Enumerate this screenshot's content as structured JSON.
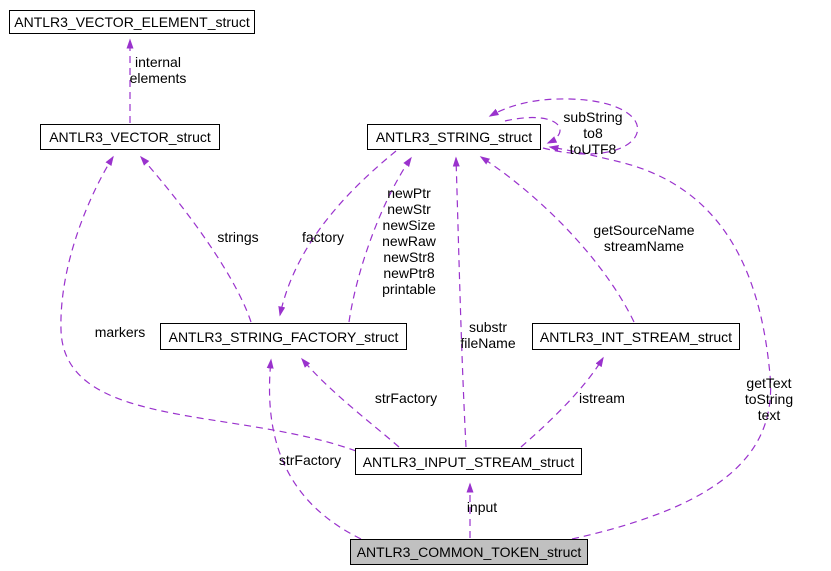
{
  "diagram": {
    "type": "collaboration-graph",
    "edge_color": "#9a32cd",
    "node_fill": "#ffffff",
    "highlight_fill": "#c0c0c0",
    "border_color": "#000000",
    "nodes": [
      {
        "id": "vector-element",
        "label": "ANTLR3_VECTOR_ELEMENT_struct",
        "highlighted": false
      },
      {
        "id": "vector",
        "label": "ANTLR3_VECTOR_struct",
        "highlighted": false
      },
      {
        "id": "string",
        "label": "ANTLR3_STRING_struct",
        "highlighted": false
      },
      {
        "id": "string-factory",
        "label": "ANTLR3_STRING_FACTORY_struct",
        "highlighted": false
      },
      {
        "id": "int-stream",
        "label": "ANTLR3_INT_STREAM_struct",
        "highlighted": false
      },
      {
        "id": "input-stream",
        "label": "ANTLR3_INPUT_STREAM_struct",
        "highlighted": false
      },
      {
        "id": "common-token",
        "label": "ANTLR3_COMMON_TOKEN_struct",
        "highlighted": true
      }
    ],
    "edge_labels": [
      {
        "id": "internal-elements",
        "text": "internal\nelements"
      },
      {
        "id": "strings",
        "text": "strings"
      },
      {
        "id": "factory",
        "text": "factory"
      },
      {
        "id": "string-methods",
        "text": "newPtr\nnewStr\nnewSize\nnewRaw\nnewStr8\nnewPtr8\nprintable"
      },
      {
        "id": "substring-loop",
        "text": "subString\nto8\ntoUTF8"
      },
      {
        "id": "get-source-name",
        "text": "getSourceName\nstreamName"
      },
      {
        "id": "markers",
        "text": "markers"
      },
      {
        "id": "substr-filename",
        "text": "substr\nfileName"
      },
      {
        "id": "str-factory-input",
        "text": "strFactory"
      },
      {
        "id": "istream",
        "text": "istream"
      },
      {
        "id": "get-text",
        "text": "getText\ntoString\ntext"
      },
      {
        "id": "str-factory-token",
        "text": "strFactory"
      },
      {
        "id": "input",
        "text": "input"
      }
    ]
  }
}
